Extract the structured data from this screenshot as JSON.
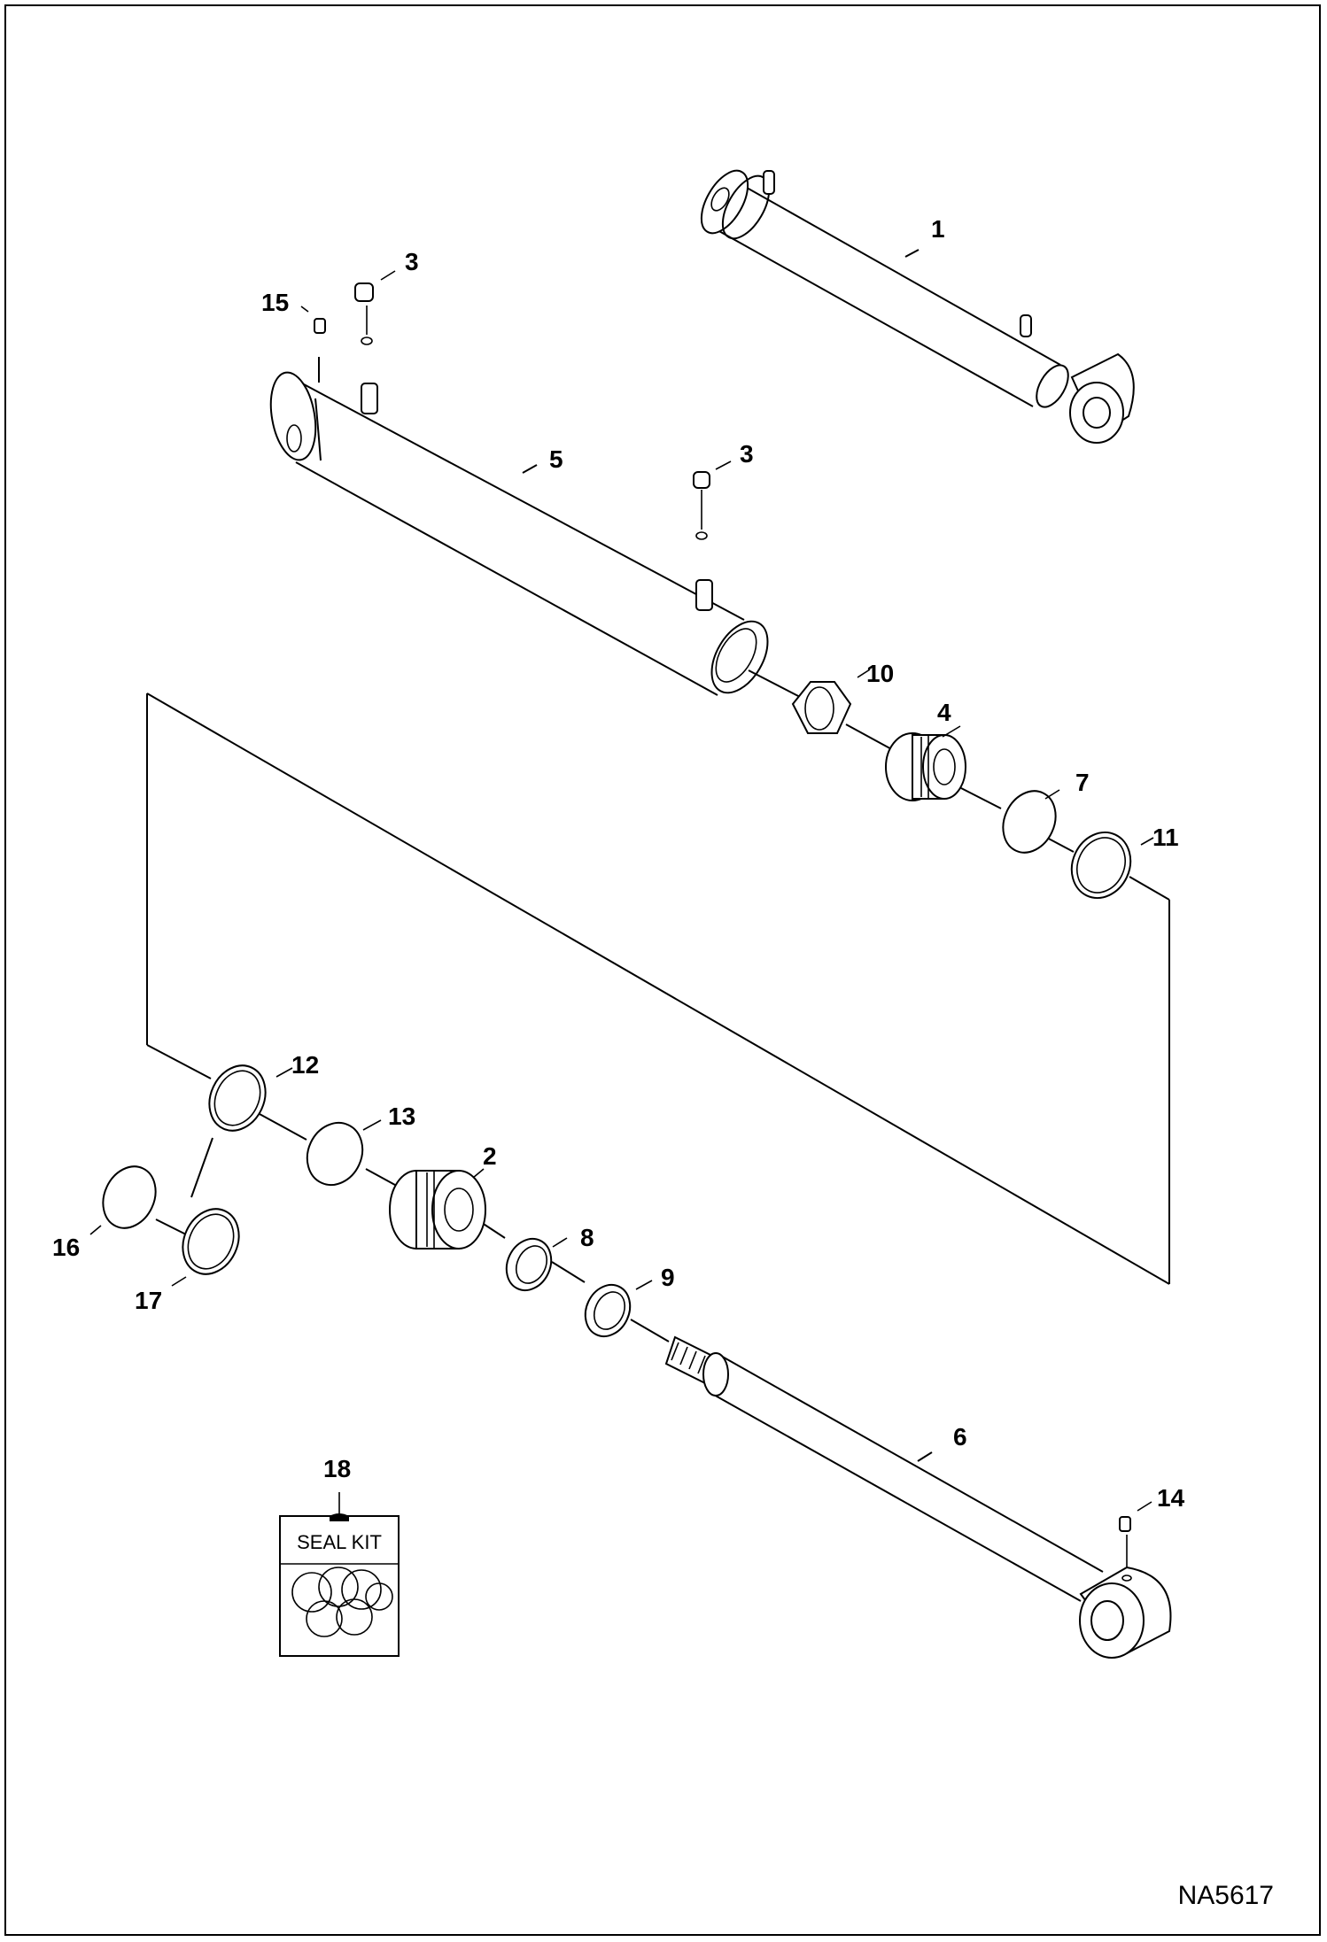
{
  "callouts": [
    "1",
    "2",
    "3",
    "3",
    "4",
    "5",
    "6",
    "7",
    "8",
    "9",
    "10",
    "11",
    "12",
    "13",
    "14",
    "15",
    "16",
    "17",
    "18"
  ],
  "seal_kit_label": "SEAL KIT",
  "drawing_code": "NA5617"
}
